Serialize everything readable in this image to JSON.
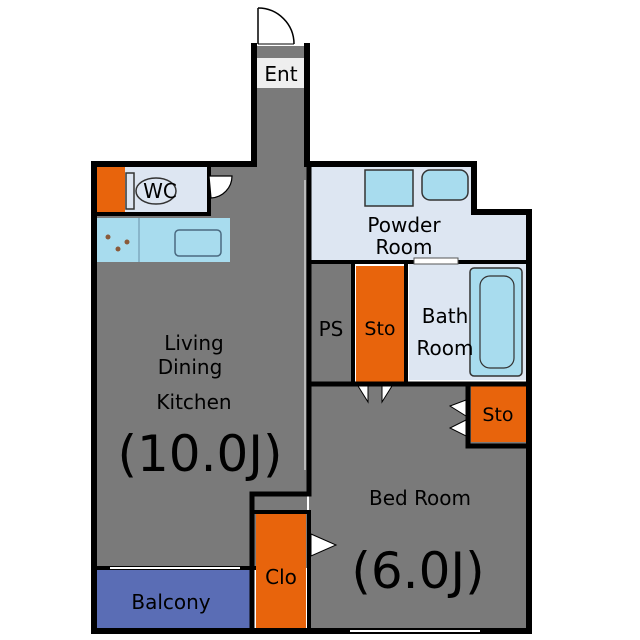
{
  "floorplan": {
    "rooms": {
      "entrance": {
        "label": "Ent"
      },
      "wc": {
        "label": "WC"
      },
      "powder_room": {
        "line1": "Powder",
        "line2": "Room"
      },
      "ps": {
        "label": "PS"
      },
      "storage_hall": {
        "label": "Sto"
      },
      "bath_room": {
        "line1": "Bath",
        "line2": "Room"
      },
      "storage_bed": {
        "label": "Sto"
      },
      "ldk": {
        "line1": "Living",
        "line2": "Dining",
        "line3": "Kitchen",
        "size": "(10.0J)"
      },
      "bed_room": {
        "label": "Bed Room",
        "size": "(6.0J)"
      },
      "closet": {
        "label": "Clo"
      },
      "balcony": {
        "label": "Balcony"
      }
    },
    "colors": {
      "wall": "#000000",
      "floor_gray": "#7a7a7a",
      "wet_area": "#dde6f2",
      "fixture": "#a8dcee",
      "storage": "#e8640c",
      "balcony": "#5a6db5"
    }
  }
}
